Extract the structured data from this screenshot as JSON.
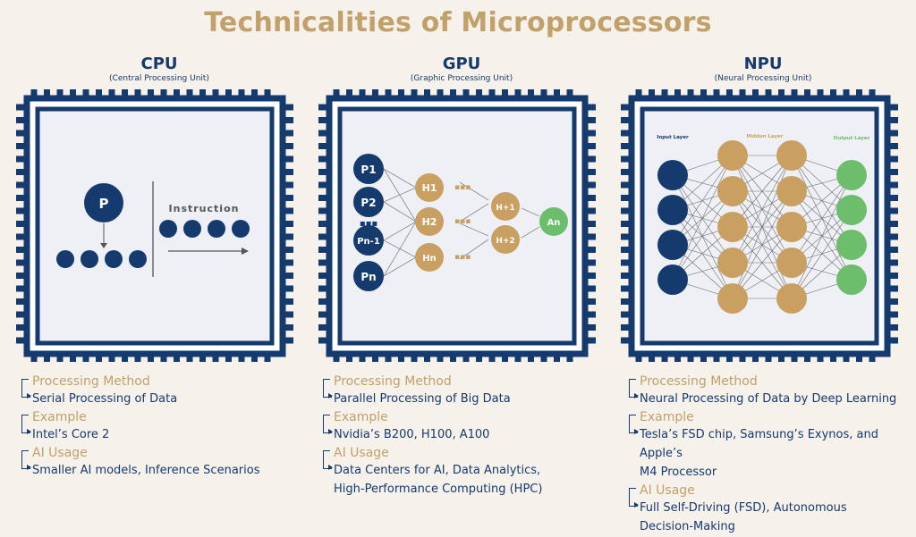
{
  "title": "Technicalities of Microprocessors",
  "columns": [
    {
      "name": "CPU",
      "subtitle": "(Central Processing Unit)",
      "diagram": {
        "core": "P",
        "instruction": "Instruction"
      },
      "method_label": "Processing Method",
      "method": "Serial Processing of Data",
      "example_label": "Example",
      "example": "Intel’s Core 2",
      "usage_label": "AI Usage",
      "usage": "Smaller AI models, Inference Scenarios"
    },
    {
      "name": "GPU",
      "subtitle": "(Graphic Processing Unit)",
      "diagram": {
        "p1": "P1",
        "p2": "P2",
        "pn1": "Pn-1",
        "pn": "Pn",
        "h1": "H1",
        "h2": "H2",
        "hn": "Hn",
        "hp1": "H+1",
        "hp2": "H+2",
        "an": "An"
      },
      "method_label": "Processing Method",
      "method": "Parallel Processing of Big Data",
      "example_label": "Example",
      "example": "Nvidia’s B200, H100, A100",
      "usage_label": "AI Usage",
      "usage_lines": [
        "Data Centers for AI, Data Analytics,",
        "High-Performance Computing (HPC)"
      ]
    },
    {
      "name": "NPU",
      "subtitle": "(Neural Processing Unit)",
      "diagram": {
        "input": "Input Layer",
        "hidden": "Hidden Layer",
        "output": "Output Layer"
      },
      "method_label": "Processing Method",
      "method": "Neural Processing of Data by Deep Learning",
      "example_label": "Example",
      "example_lines": [
        "Tesla’s FSD chip, Samsung’s Exynos, and Apple’s",
        "M4 Processor"
      ],
      "usage_label": "AI Usage",
      "usage_lines": [
        "Full Self-Driving (FSD), Autonomous",
        "Decision-Making"
      ]
    }
  ],
  "colors": {
    "navy": "#143a6e",
    "gold": "#c2a06a",
    "green": "#6cbd6c",
    "chip_fill": "#eef0f5",
    "background": "#f6f1ea"
  }
}
